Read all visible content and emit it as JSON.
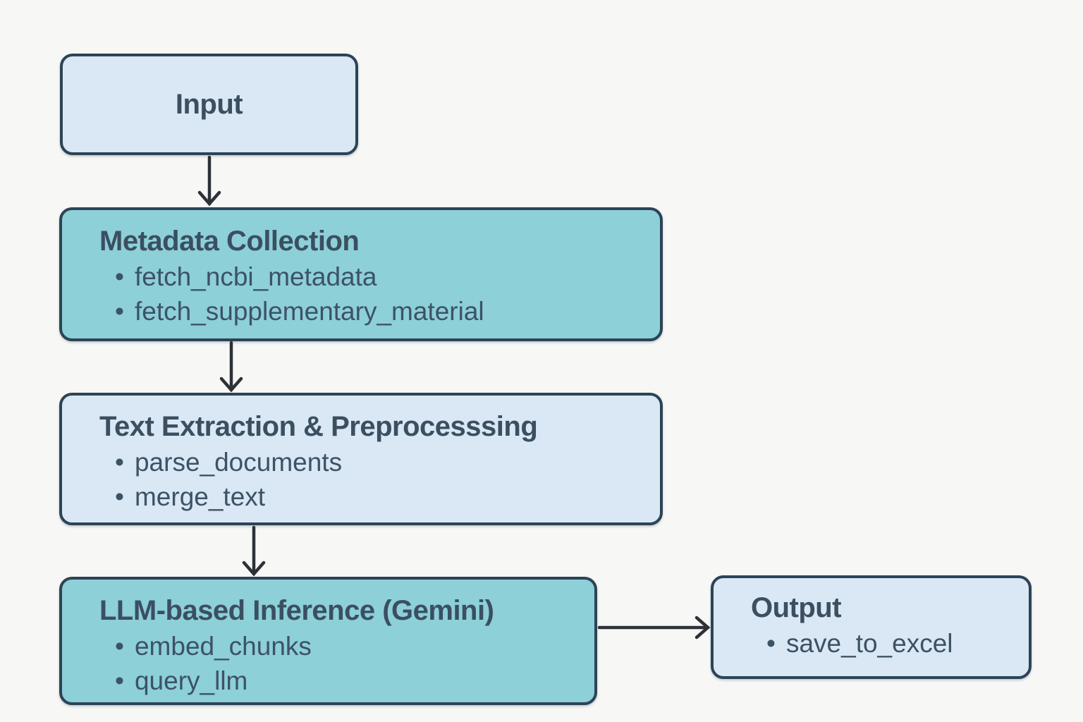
{
  "meta": {
    "type": "flowchart"
  },
  "colors": {
    "background": "#f7f7f6",
    "teal-fill": "#8dd0d7",
    "light-fill": "#d9e8f4",
    "node-border": "#2d4356",
    "title-text": "#3b4f61",
    "item-text": "#3d5265",
    "arrow": "#2c3136"
  },
  "diagram": {
    "nodes": [
      {
        "id": "input",
        "title": "Input",
        "variant": "light",
        "items": []
      },
      {
        "id": "metadata_collection",
        "title": "Metadata Collection",
        "variant": "teal",
        "items": [
          "fetch_ncbi_metadata",
          "fetch_supplementary_material"
        ]
      },
      {
        "id": "text_extraction",
        "title": "Text Extraction & Preprocesssing",
        "variant": "light",
        "items": [
          "parse_documents",
          "merge_text"
        ]
      },
      {
        "id": "llm_inference",
        "title": "LLM-based Inference (Gemini)",
        "variant": "teal",
        "items": [
          "embed_chunks",
          "query_llm"
        ]
      },
      {
        "id": "output",
        "title": "Output",
        "variant": "light",
        "items": [
          "save_to_excel"
        ]
      }
    ],
    "edges": [
      {
        "from": "input",
        "to": "metadata_collection",
        "direction": "down"
      },
      {
        "from": "metadata_collection",
        "to": "text_extraction",
        "direction": "down"
      },
      {
        "from": "text_extraction",
        "to": "llm_inference",
        "direction": "down"
      },
      {
        "from": "llm_inference",
        "to": "output",
        "direction": "right"
      }
    ]
  }
}
